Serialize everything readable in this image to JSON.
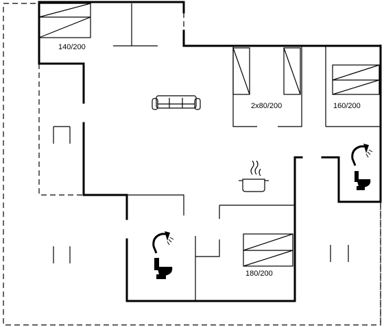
{
  "plan": {
    "bed_labels": {
      "top_left": "140/200",
      "middle_twin": "2x80/200",
      "right": "160/200",
      "bottom": "180/200"
    },
    "icons": {
      "sofa": "sofa-icon",
      "stove": "cooking-pot-icon",
      "shower_right": "shower-icon",
      "toilet_right": "toilet-icon",
      "shower_bottom": "shower-icon",
      "toilet_bottom": "toilet-icon"
    },
    "colors": {
      "line": "#000000",
      "background": "#ffffff"
    }
  }
}
